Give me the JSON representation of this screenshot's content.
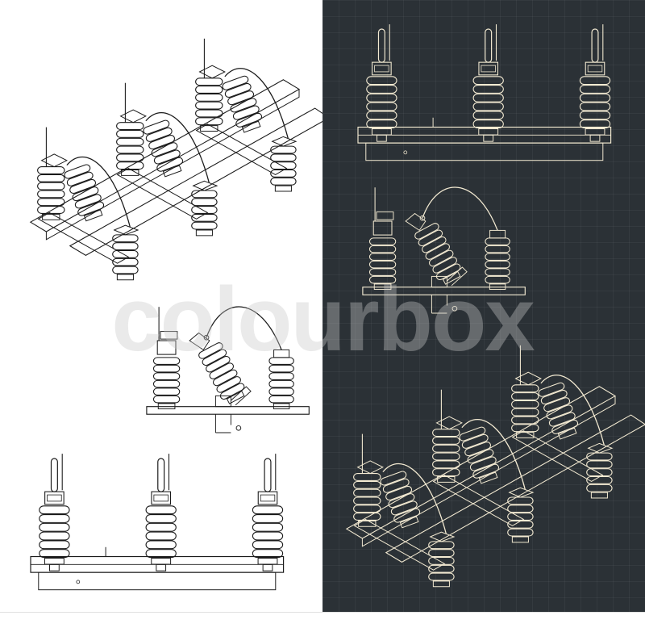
{
  "watermark": {
    "text": "colourbox"
  },
  "colors": {
    "light_background": "#ffffff",
    "dark_background": "#2b3136",
    "light_line": "#1a1a1a",
    "dark_line": "#f3ead2"
  },
  "views": [
    {
      "name": "isometric-view-light",
      "panel": "light"
    },
    {
      "name": "side-view-light",
      "panel": "light"
    },
    {
      "name": "front-view-light",
      "panel": "light"
    },
    {
      "name": "front-view-dark",
      "panel": "dark"
    },
    {
      "name": "side-view-dark",
      "panel": "dark"
    },
    {
      "name": "isometric-view-dark",
      "panel": "dark"
    }
  ]
}
